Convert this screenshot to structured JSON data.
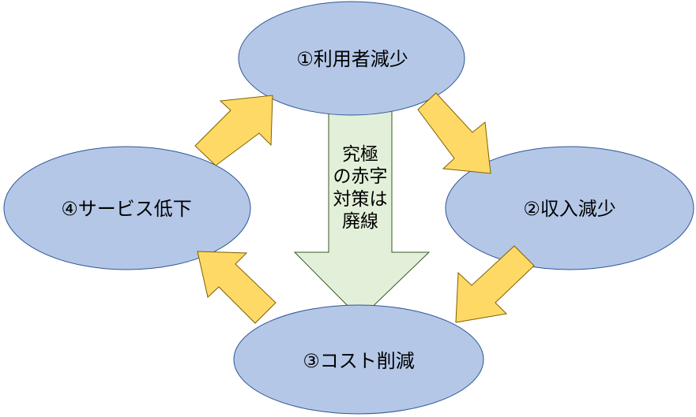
{
  "diagram": {
    "nodes": {
      "users": "①利用者減少",
      "revenue": "②収入減少",
      "cost": "③コスト削減",
      "service": "④サービス低下"
    },
    "center": {
      "lines": [
        "究極",
        "の赤字",
        "対策は",
        "廃線"
      ]
    },
    "flow": [
      {
        "from": "①利用者減少",
        "to": "②収入減少"
      },
      {
        "from": "②収入減少",
        "to": "③コスト削減"
      },
      {
        "from": "③コスト削減",
        "to": "④サービス低下"
      },
      {
        "from": "④サービス低下",
        "to": "①利用者減少"
      }
    ],
    "colors": {
      "node_fill": "#b4c7e7",
      "node_stroke": "#2f5597",
      "cycle_arrow_fill": "#ffd966",
      "cycle_arrow_stroke": "#7f6000",
      "center_arrow_fill": "#e2f0d9",
      "center_arrow_stroke": "#385723"
    }
  }
}
